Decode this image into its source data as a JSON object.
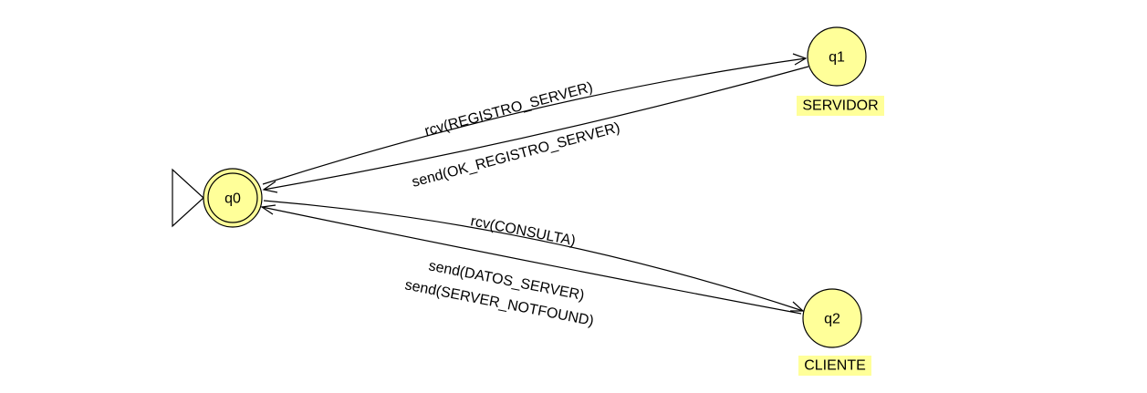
{
  "automaton": {
    "states": [
      {
        "id": "q0",
        "label": "q0",
        "initial": true,
        "final": true,
        "tag": ""
      },
      {
        "id": "q1",
        "label": "q1",
        "initial": false,
        "final": false,
        "tag": "SERVIDOR"
      },
      {
        "id": "q2",
        "label": "q2",
        "initial": false,
        "final": false,
        "tag": "CLIENTE"
      }
    ],
    "transitions": [
      {
        "from": "q0",
        "to": "q1",
        "labels": [
          "rcv(REGISTRO_SERVER)"
        ]
      },
      {
        "from": "q1",
        "to": "q0",
        "labels": [
          "send(OK_REGISTRO_SERVER)"
        ]
      },
      {
        "from": "q0",
        "to": "q2",
        "labels": [
          "rcv(CONSULTA)"
        ]
      },
      {
        "from": "q2",
        "to": "q0",
        "labels": [
          "send(DATOS_SERVER)",
          "send(SERVER_NOTFOUND)"
        ]
      }
    ]
  },
  "colors": {
    "state_fill": "#ffff99",
    "tag_highlight": "#ffff99",
    "stroke": "#000000"
  }
}
